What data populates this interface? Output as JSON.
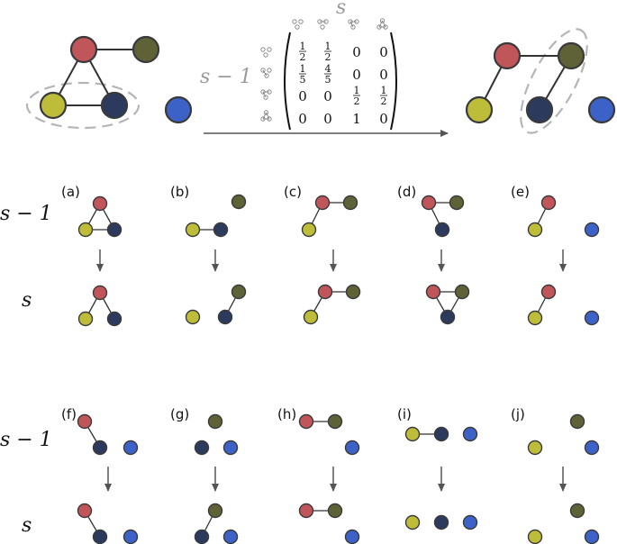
{
  "colors": {
    "red": "#c0555a",
    "olive": "#5f6136",
    "yellow": "#bdbd3a",
    "navy": "#2c3a5e",
    "blue": "#3c62c8",
    "dashed": "#b5b5b5",
    "grey_text": "#9a9a9a"
  },
  "top": {
    "s_label": "s",
    "s_minus_1_label": "s − 1",
    "matrix": [
      [
        "1/2",
        "1/2",
        "0",
        "0"
      ],
      [
        "1/5",
        "4/5",
        "0",
        "0"
      ],
      [
        "0",
        "0",
        "1/2",
        "1/2"
      ],
      [
        "0",
        "0",
        "1",
        "0"
      ]
    ]
  },
  "row_labels": {
    "upper_prev": "s − 1",
    "upper_next": "s",
    "lower_prev": "s − 1",
    "lower_next": "s"
  },
  "panels": [
    {
      "label": "(a)"
    },
    {
      "label": "(b)"
    },
    {
      "label": "(c)"
    },
    {
      "label": "(d)"
    },
    {
      "label": "(e)"
    },
    {
      "label": "(f)"
    },
    {
      "label": "(g)"
    },
    {
      "label": "(h)"
    },
    {
      "label": "(i)"
    },
    {
      "label": "(j)"
    }
  ]
}
